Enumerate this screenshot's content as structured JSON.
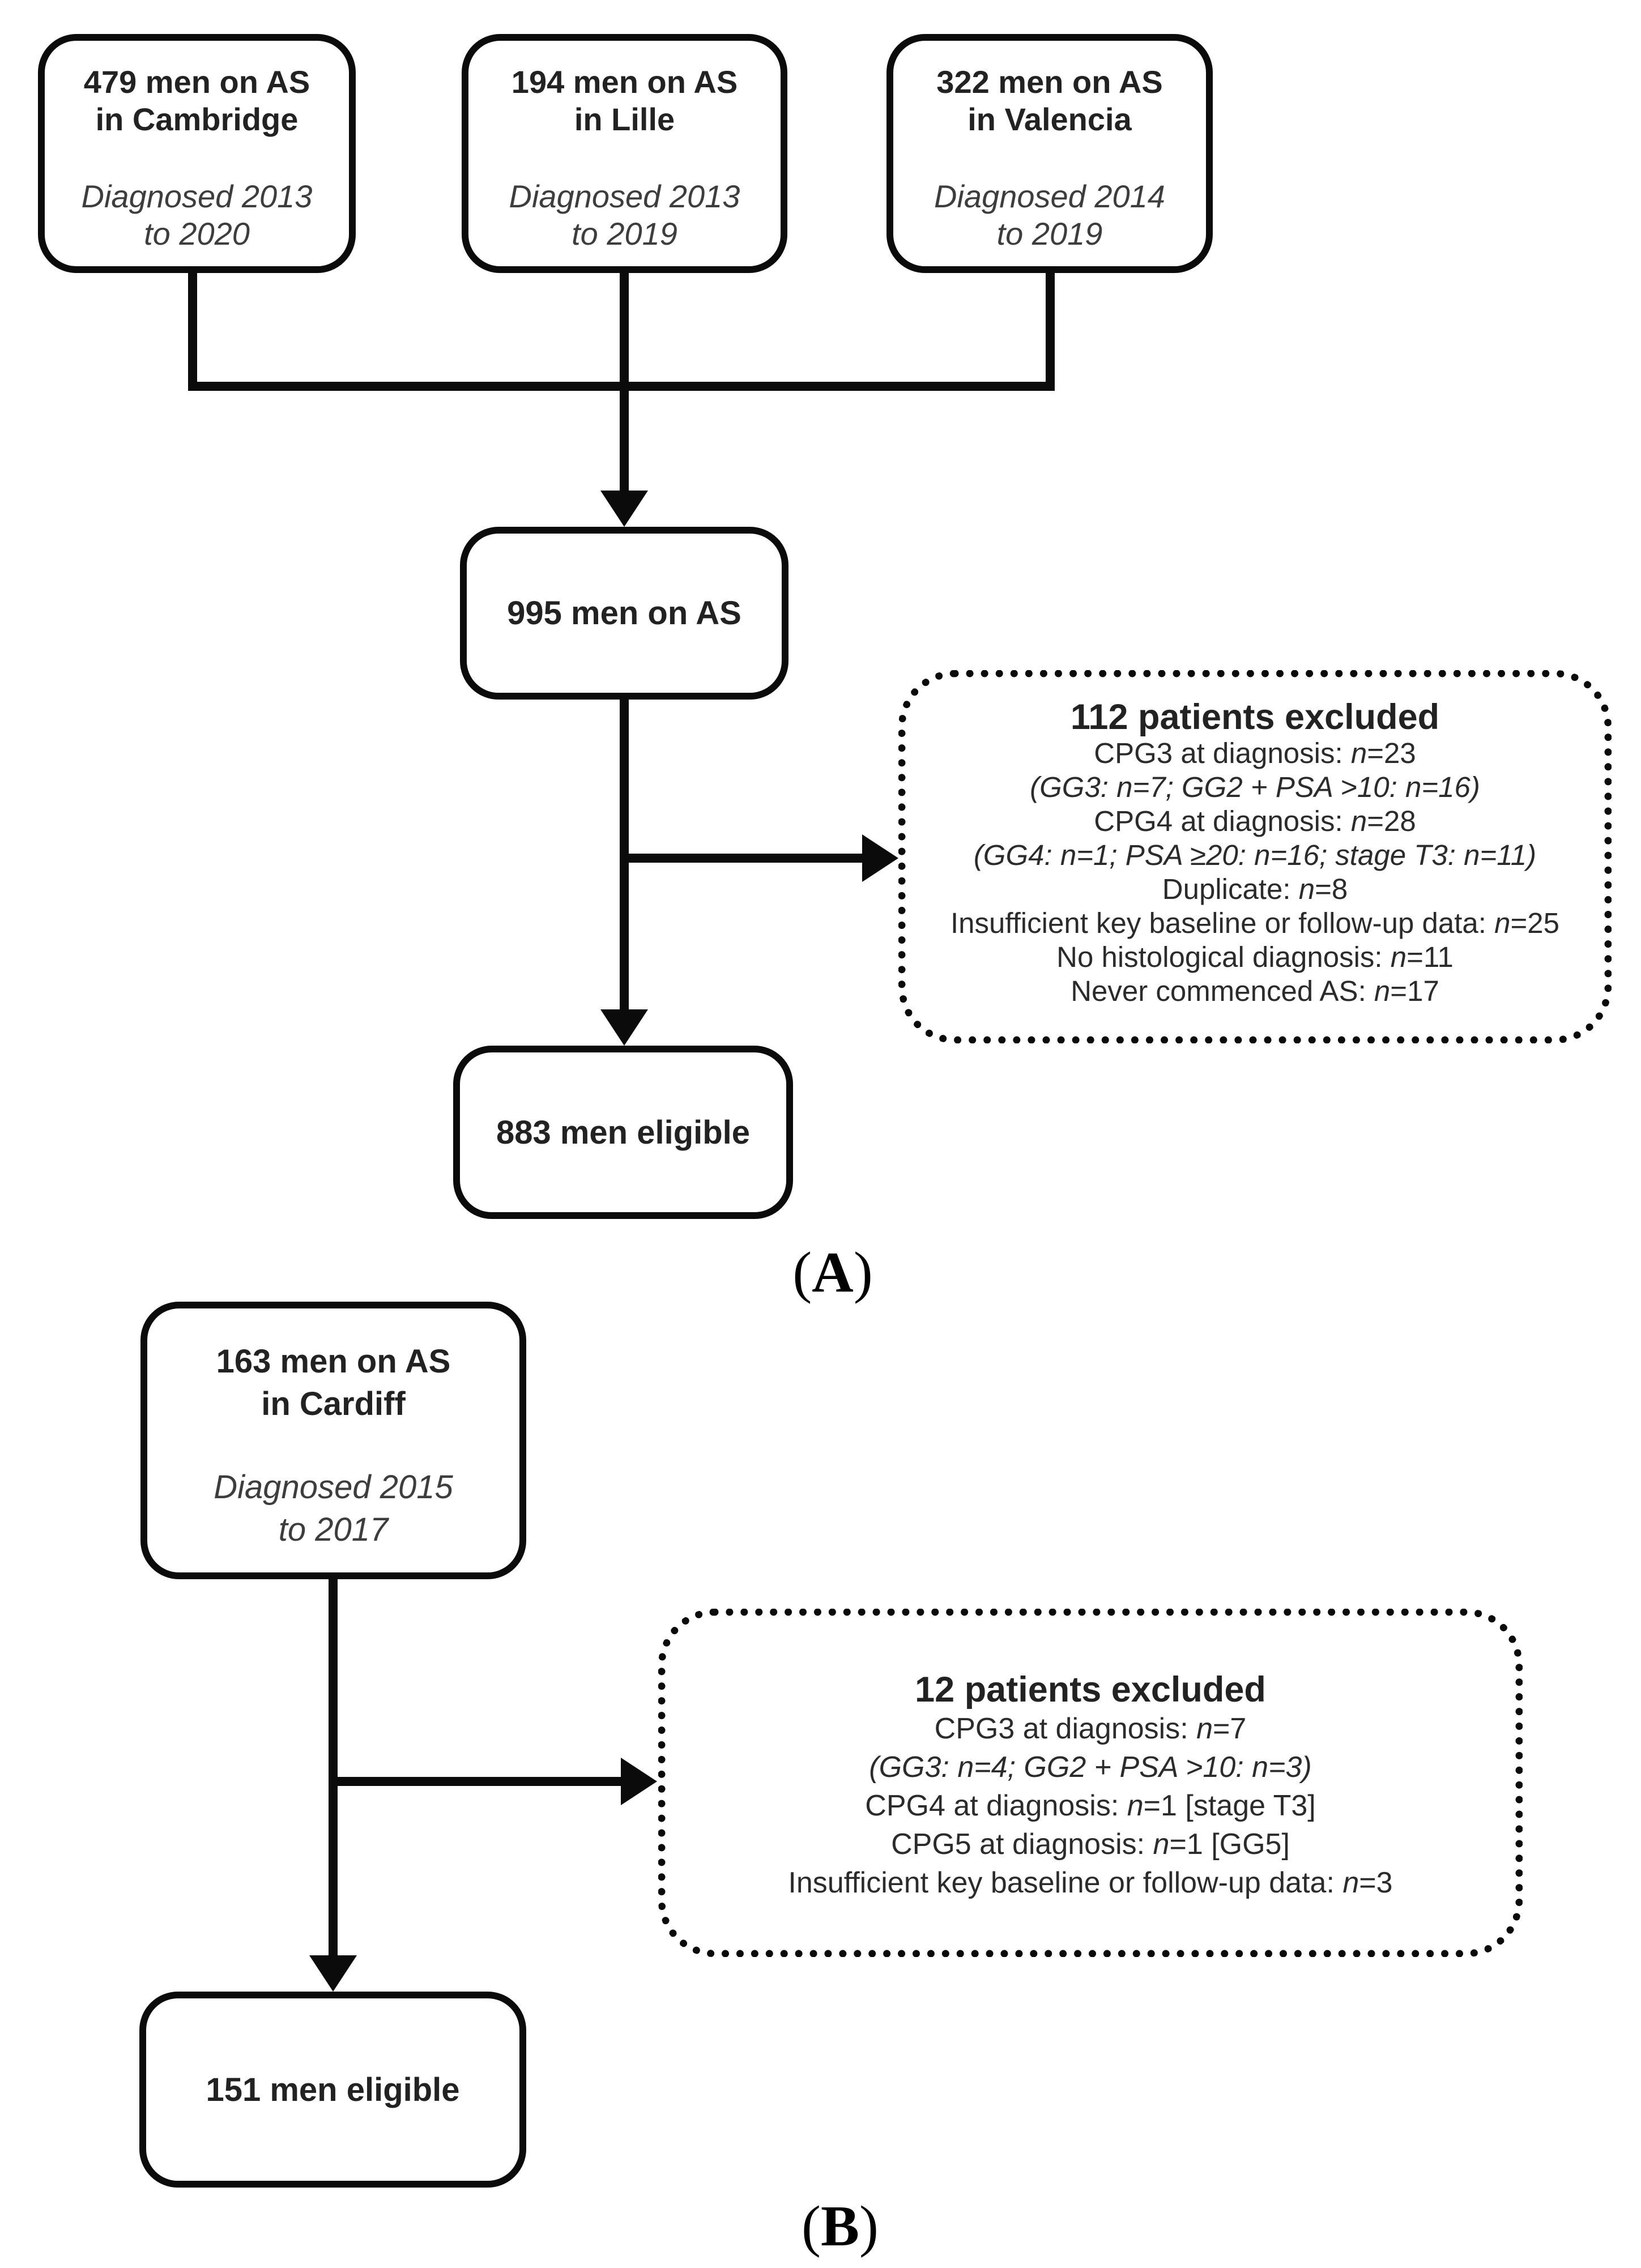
{
  "panel_a": {
    "sources": [
      {
        "title": [
          "479 men on AS",
          "in Cambridge"
        ],
        "subtitle": [
          "Diagnosed 2013",
          "to 2020"
        ]
      },
      {
        "title": [
          "194 men on AS",
          "in Lille"
        ],
        "subtitle": [
          "Diagnosed 2013",
          "to 2019"
        ]
      },
      {
        "title": [
          "322 men on AS",
          "in Valencia"
        ],
        "subtitle": [
          "Diagnosed 2014",
          "to 2019"
        ]
      }
    ],
    "pooled": "995 men on AS",
    "eligible": "883 men eligible",
    "excluded": {
      "title": "112 patients excluded",
      "lines": [
        [
          {
            "t": "CPG3 at diagnosis: "
          },
          {
            "t": "n",
            "i": true
          },
          {
            "t": "=23"
          }
        ],
        [
          {
            "t": "(GG3: n=7; GG2 + PSA >10: n=16)",
            "i": true
          }
        ],
        [
          {
            "t": "CPG4 at diagnosis: "
          },
          {
            "t": "n",
            "i": true
          },
          {
            "t": "=28"
          }
        ],
        [
          {
            "t": "(GG4: n=1; PSA ≥20: n=16; stage T3: n=11)",
            "i": true
          }
        ],
        [
          {
            "t": "Duplicate: "
          },
          {
            "t": "n",
            "i": true
          },
          {
            "t": "=8"
          }
        ],
        [
          {
            "t": "Insufficient key baseline or follow-up data: "
          },
          {
            "t": "n",
            "i": true
          },
          {
            "t": "=25"
          }
        ],
        [
          {
            "t": "No histological diagnosis: "
          },
          {
            "t": "n",
            "i": true
          },
          {
            "t": "=11"
          }
        ],
        [
          {
            "t": "Never commenced AS: "
          },
          {
            "t": "n",
            "i": true
          },
          {
            "t": "=17"
          }
        ]
      ]
    },
    "label": {
      "open": "(",
      "letter": "A",
      "close": ")"
    }
  },
  "panel_b": {
    "source": {
      "title": [
        "163 men on AS",
        "in Cardiff"
      ],
      "subtitle": [
        "Diagnosed 2015",
        "to 2017"
      ]
    },
    "eligible": "151 men eligible",
    "excluded": {
      "title": "12 patients excluded",
      "lines": [
        [
          {
            "t": "CPG3 at diagnosis: "
          },
          {
            "t": "n",
            "i": true
          },
          {
            "t": "=7"
          }
        ],
        [
          {
            "t": "(GG3: n=4; GG2 + PSA >10: n=3)",
            "i": true
          }
        ],
        [
          {
            "t": "CPG4 at diagnosis: "
          },
          {
            "t": "n",
            "i": true
          },
          {
            "t": "=1 [stage T3]"
          }
        ],
        [
          {
            "t": "CPG5 at diagnosis: "
          },
          {
            "t": "n",
            "i": true
          },
          {
            "t": "=1 [GG5]"
          }
        ],
        [
          {
            "t": "Insufficient key baseline or follow-up data: "
          },
          {
            "t": "n",
            "i": true
          },
          {
            "t": "=3"
          }
        ]
      ]
    },
    "label": {
      "open": "(",
      "letter": "B",
      "close": ")"
    }
  }
}
